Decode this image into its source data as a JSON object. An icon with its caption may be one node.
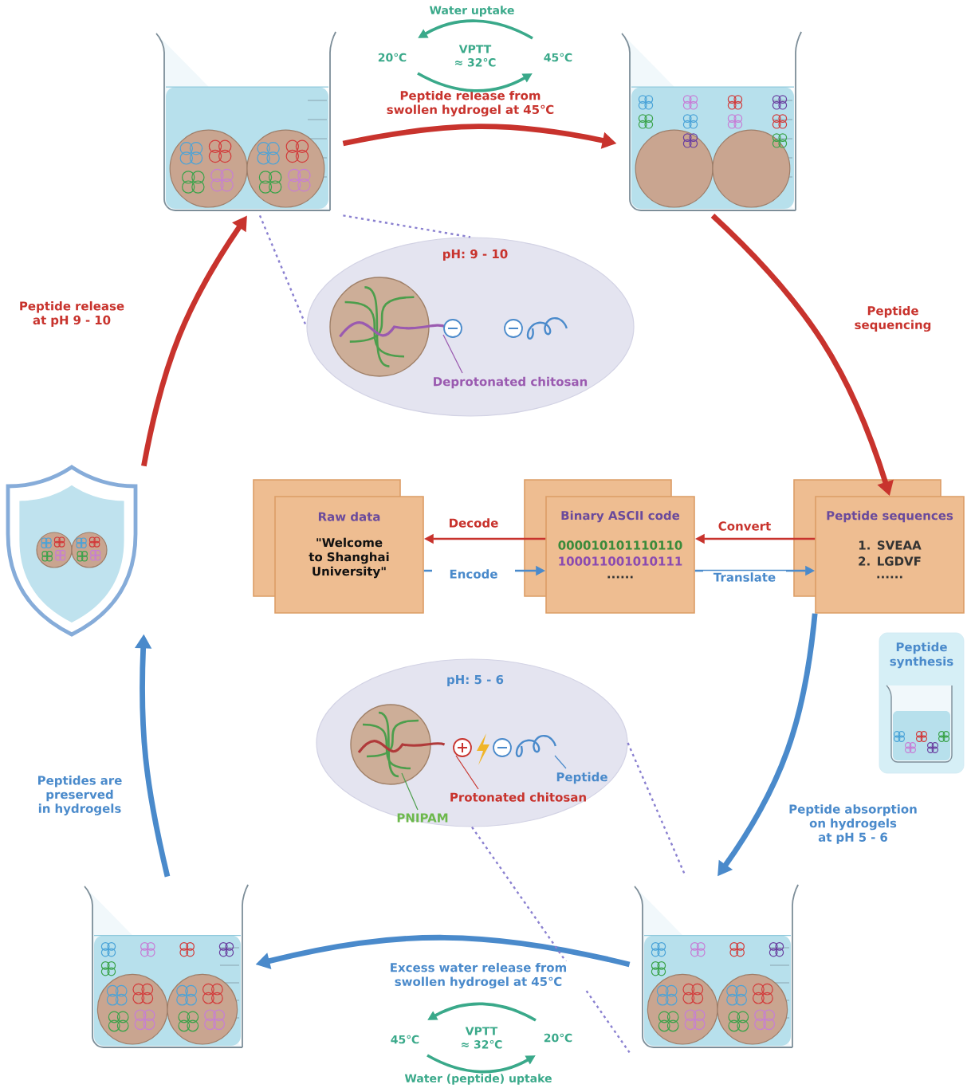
{
  "diagram": {
    "nodes": [
      {
        "text": [],
        "shape": "picture"
      },
      {
        "text": [],
        "shape": "picture"
      },
      {
        "text": [
          "Raw data",
          "\"Welcome to Shanghai University\""
        ]
      },
      {
        "text": [
          "Binary ASCII code",
          "000010101110110",
          "100011001010111",
          "......"
        ]
      },
      {
        "text": [
          "Peptide sequences",
          "1. SVEAA",
          "2. LGDVF",
          "......"
        ]
      },
      {
        "text": [],
        "shape": "picture"
      },
      {
        "text": [],
        "shape": "picture"
      },
      {
        "text": [],
        "shape": "picture"
      },
      {
        "text": [
          "Peptide synthesis"
        ]
      },
      {
        "text": [
          "pH: 9 - 10",
          "Deprotonated chitosan"
        ]
      },
      {
        "text": [
          "pH: 5 - 6",
          "Peptide",
          "Protonated chitosan",
          "PNIPAM"
        ]
      }
    ],
    "edges": [
      {
        "from": 0,
        "to": 1,
        "arrow": "to",
        "label": "Peptide release from swollen hydrogel at 45℃",
        "style": "thick",
        "color": "#c8332d"
      },
      {
        "from": 1,
        "to": 4,
        "arrow": "to",
        "label": "Peptide sequencing",
        "style": "thick",
        "color": "#c8332d"
      },
      {
        "from": 4,
        "to": 5,
        "arrow": "to",
        "label": "Peptide absorption on hydrogels at pH 5 - 6",
        "style": "thick",
        "color": "#4a8acb"
      },
      {
        "from": 5,
        "to": 6,
        "arrow": "to",
        "label": "Excess water release from swollen hydrogel at 45℃",
        "style": "thick",
        "color": "#4a8acb"
      },
      {
        "from": 6,
        "to": 7,
        "arrow": "to",
        "label": "Peptides are preserved in hydrogels",
        "style": "thick",
        "color": "#4a8acb"
      },
      {
        "from": 7,
        "to": 0,
        "arrow": "to",
        "label": "Peptide release at pH 9 - 10",
        "style": "thick",
        "color": "#c8332d"
      },
      {
        "from": 3,
        "to": 2,
        "arrow": "to",
        "label": "Decode",
        "color": "#c8332d"
      },
      {
        "from": 2,
        "to": 3,
        "arrow": "to",
        "label": "Encode",
        "color": "#4a8acb"
      },
      {
        "from": 4,
        "to": 3,
        "arrow": "to",
        "label": "Convert",
        "color": "#c8332d"
      },
      {
        "from": 3,
        "to": 4,
        "arrow": "to",
        "label": "Translate",
        "color": "#4a8acb"
      },
      {
        "from": 0,
        "to": 9,
        "arrow": "none",
        "style": "dashed",
        "color": "#8a80d0"
      },
      {
        "from": 0,
        "to": 9,
        "arrow": "none",
        "style": "dashed",
        "color": "#8a80d0"
      },
      {
        "from": 10,
        "to": 5,
        "arrow": "none",
        "style": "dashed",
        "color": "#8a80d0"
      },
      {
        "from": 10,
        "to": 5,
        "arrow": "none",
        "style": "dashed",
        "color": "#8a80d0"
      }
    ],
    "labels": [
      "Water uptake",
      "20℃",
      "VPTT ≈ 32℃",
      "45℃",
      "45℃",
      "VPTT ≈ 32℃",
      "20℃",
      "Water (peptide) uptake"
    ]
  }
}
